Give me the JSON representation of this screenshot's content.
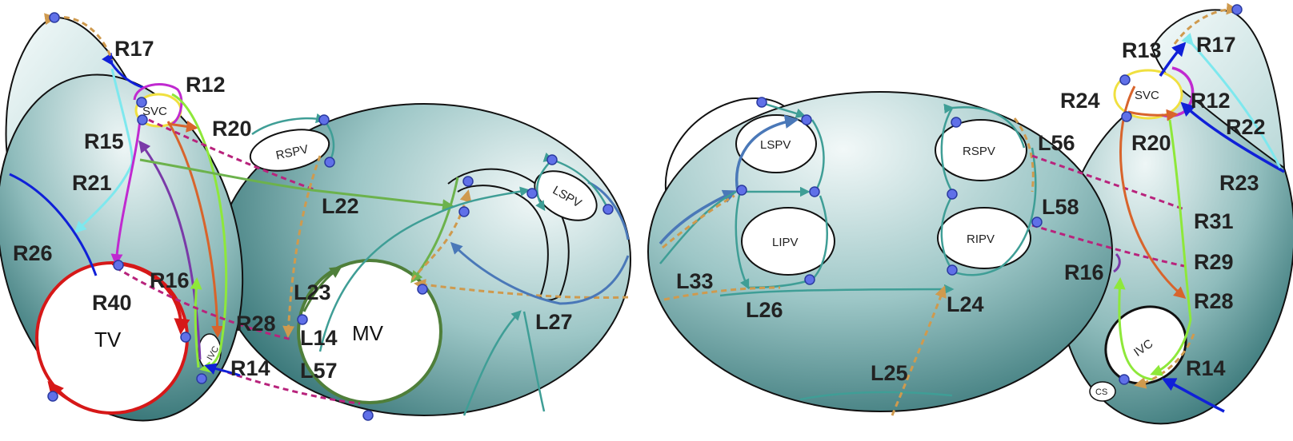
{
  "colors": {
    "chamber_dark": "#2e6e70",
    "chamber_light": "#eef6f6",
    "tv_ring": "#d61818",
    "mv_ring": "#4f7f3a",
    "teal_path": "#3f9e96",
    "blue_path": "#4a78b8",
    "lime_path": "#8ee83a",
    "green_path": "#6cb24c",
    "orange_path": "#d8642c",
    "dashed_orange": "#cf9a4e",
    "dashed_magenta": "#b8237c",
    "purple_path": "#7a3aa8",
    "magenta_path": "#c02ad0",
    "cyan_path": "#7ee8ee",
    "navy_path": "#1020d8",
    "node_fill": "#6070e8",
    "node_stroke": "#2a3aa0"
  },
  "valves": {
    "tv": "TV",
    "mv": "MV"
  },
  "veins": {
    "svc_left": "SVC",
    "ivc_left": "IVC",
    "rspv_left": "RSPV",
    "lspv_left": "LSPV",
    "lspv_right": "LSPV",
    "lipv_right": "LIPV",
    "rspv_right": "RSPV",
    "ripv_right": "RIPV",
    "svc_right": "SVC",
    "ivc_right": "IVC",
    "cs_right": "CS"
  },
  "labels": {
    "left": {
      "r17": "R17",
      "r12": "R12",
      "r20": "R20",
      "r15": "R15",
      "r21": "R21",
      "r26": "R26",
      "r16": "R16",
      "r40": "R40",
      "r28": "R28",
      "r14": "R14",
      "l22": "L22",
      "l23": "L23",
      "l14": "L14",
      "l57": "L57",
      "l27": "L27"
    },
    "right": {
      "l33": "L33",
      "l26": "L26",
      "l56": "L56",
      "l58": "L58",
      "l24": "L24",
      "l25": "L25",
      "r13": "R13",
      "r17": "R17",
      "r24": "R24",
      "r12": "R12",
      "r22": "R22",
      "r20": "R20",
      "r23": "R23",
      "r31": "R31",
      "r29": "R29",
      "r16": "R16",
      "r28": "R28",
      "r14": "R14"
    }
  }
}
